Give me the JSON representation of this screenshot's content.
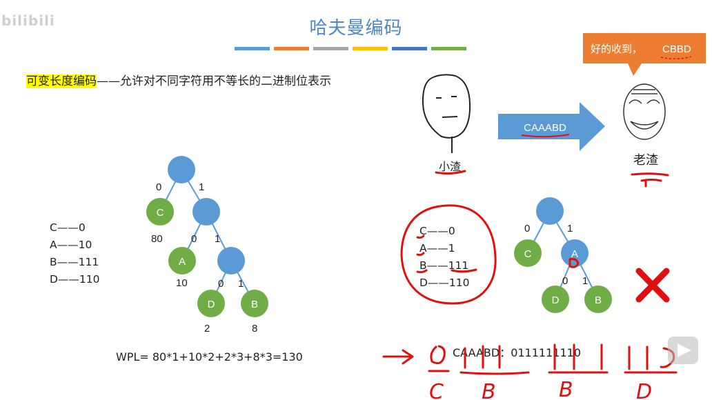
{
  "watermark": "bilibili",
  "title": "哈夫曼编码",
  "color_bar": [
    "#5b9bd5",
    "#ed7d31",
    "#a5a5a5",
    "#ffc000",
    "#4472c4",
    "#70ad47"
  ],
  "subtitle": {
    "highlight": "可变长度编码",
    "rest": "——允许对不同字符用不等长的二进制位表示"
  },
  "left_codes": [
    "C——0",
    "A——10",
    "B——111",
    "D——110"
  ],
  "tree1": {
    "edges": [
      "0",
      "1",
      "0",
      "1",
      "0",
      "1"
    ],
    "leaves": [
      "C",
      "A",
      "D",
      "B"
    ],
    "weights": [
      "80",
      "10",
      "2",
      "8"
    ]
  },
  "wpl": "WPL= 80*1+10*2+2*3+8*3=130",
  "sender": {
    "name": "小渣"
  },
  "receiver": {
    "name": "老渣"
  },
  "message": "CAAABD",
  "speech": {
    "prefix": "好的收到，",
    "text": "CBBD"
  },
  "circled_codes": [
    "C——0",
    "A——1",
    "B——111",
    "D——110"
  ],
  "tree2": {
    "edges": [
      "0",
      "1",
      "0",
      "1"
    ],
    "nodes": [
      "C",
      "A",
      "D",
      "B"
    ]
  },
  "encoded": "CAAABD：0111111110",
  "handwritten": {
    "symbols": [
      "C",
      "B",
      "B",
      "D"
    ]
  },
  "colors": {
    "internal": "#5b9bd5",
    "leaf": "#70ad47",
    "arrow": "#5b9bd5",
    "bubble": "#ed7d31",
    "mark": "#e01010"
  }
}
